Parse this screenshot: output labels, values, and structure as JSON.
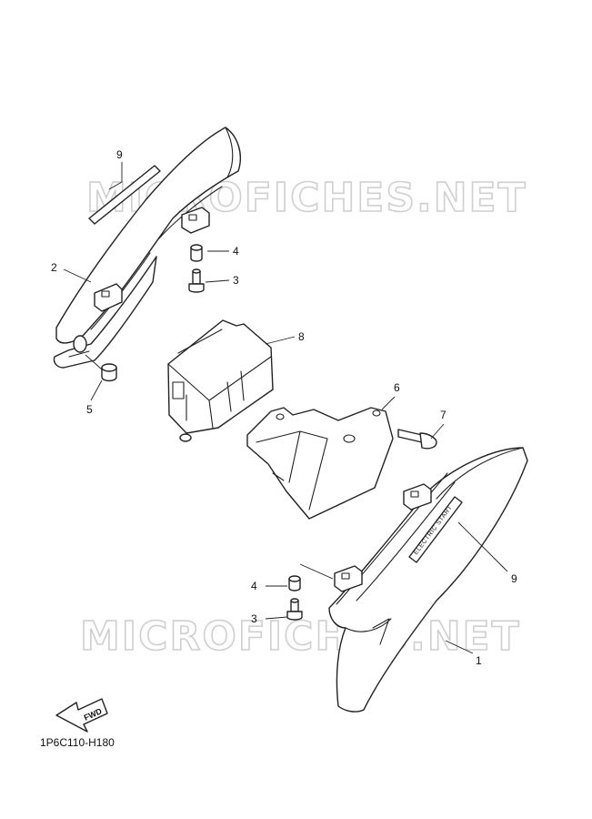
{
  "diagram_code": "1P6C110-H180",
  "watermark_text": "MICROFICHES.NET",
  "fwd_label": "FWD",
  "emblem_text": "ELECTRIC START",
  "callouts": {
    "c9_top": "9",
    "c2": "2",
    "c4_top": "4",
    "c3_top": "3",
    "c5": "5",
    "c8": "8",
    "c6": "6",
    "c7": "7",
    "c9_right": "9",
    "c4_bottom": "4",
    "c3_bottom": "3",
    "c1": "1"
  }
}
